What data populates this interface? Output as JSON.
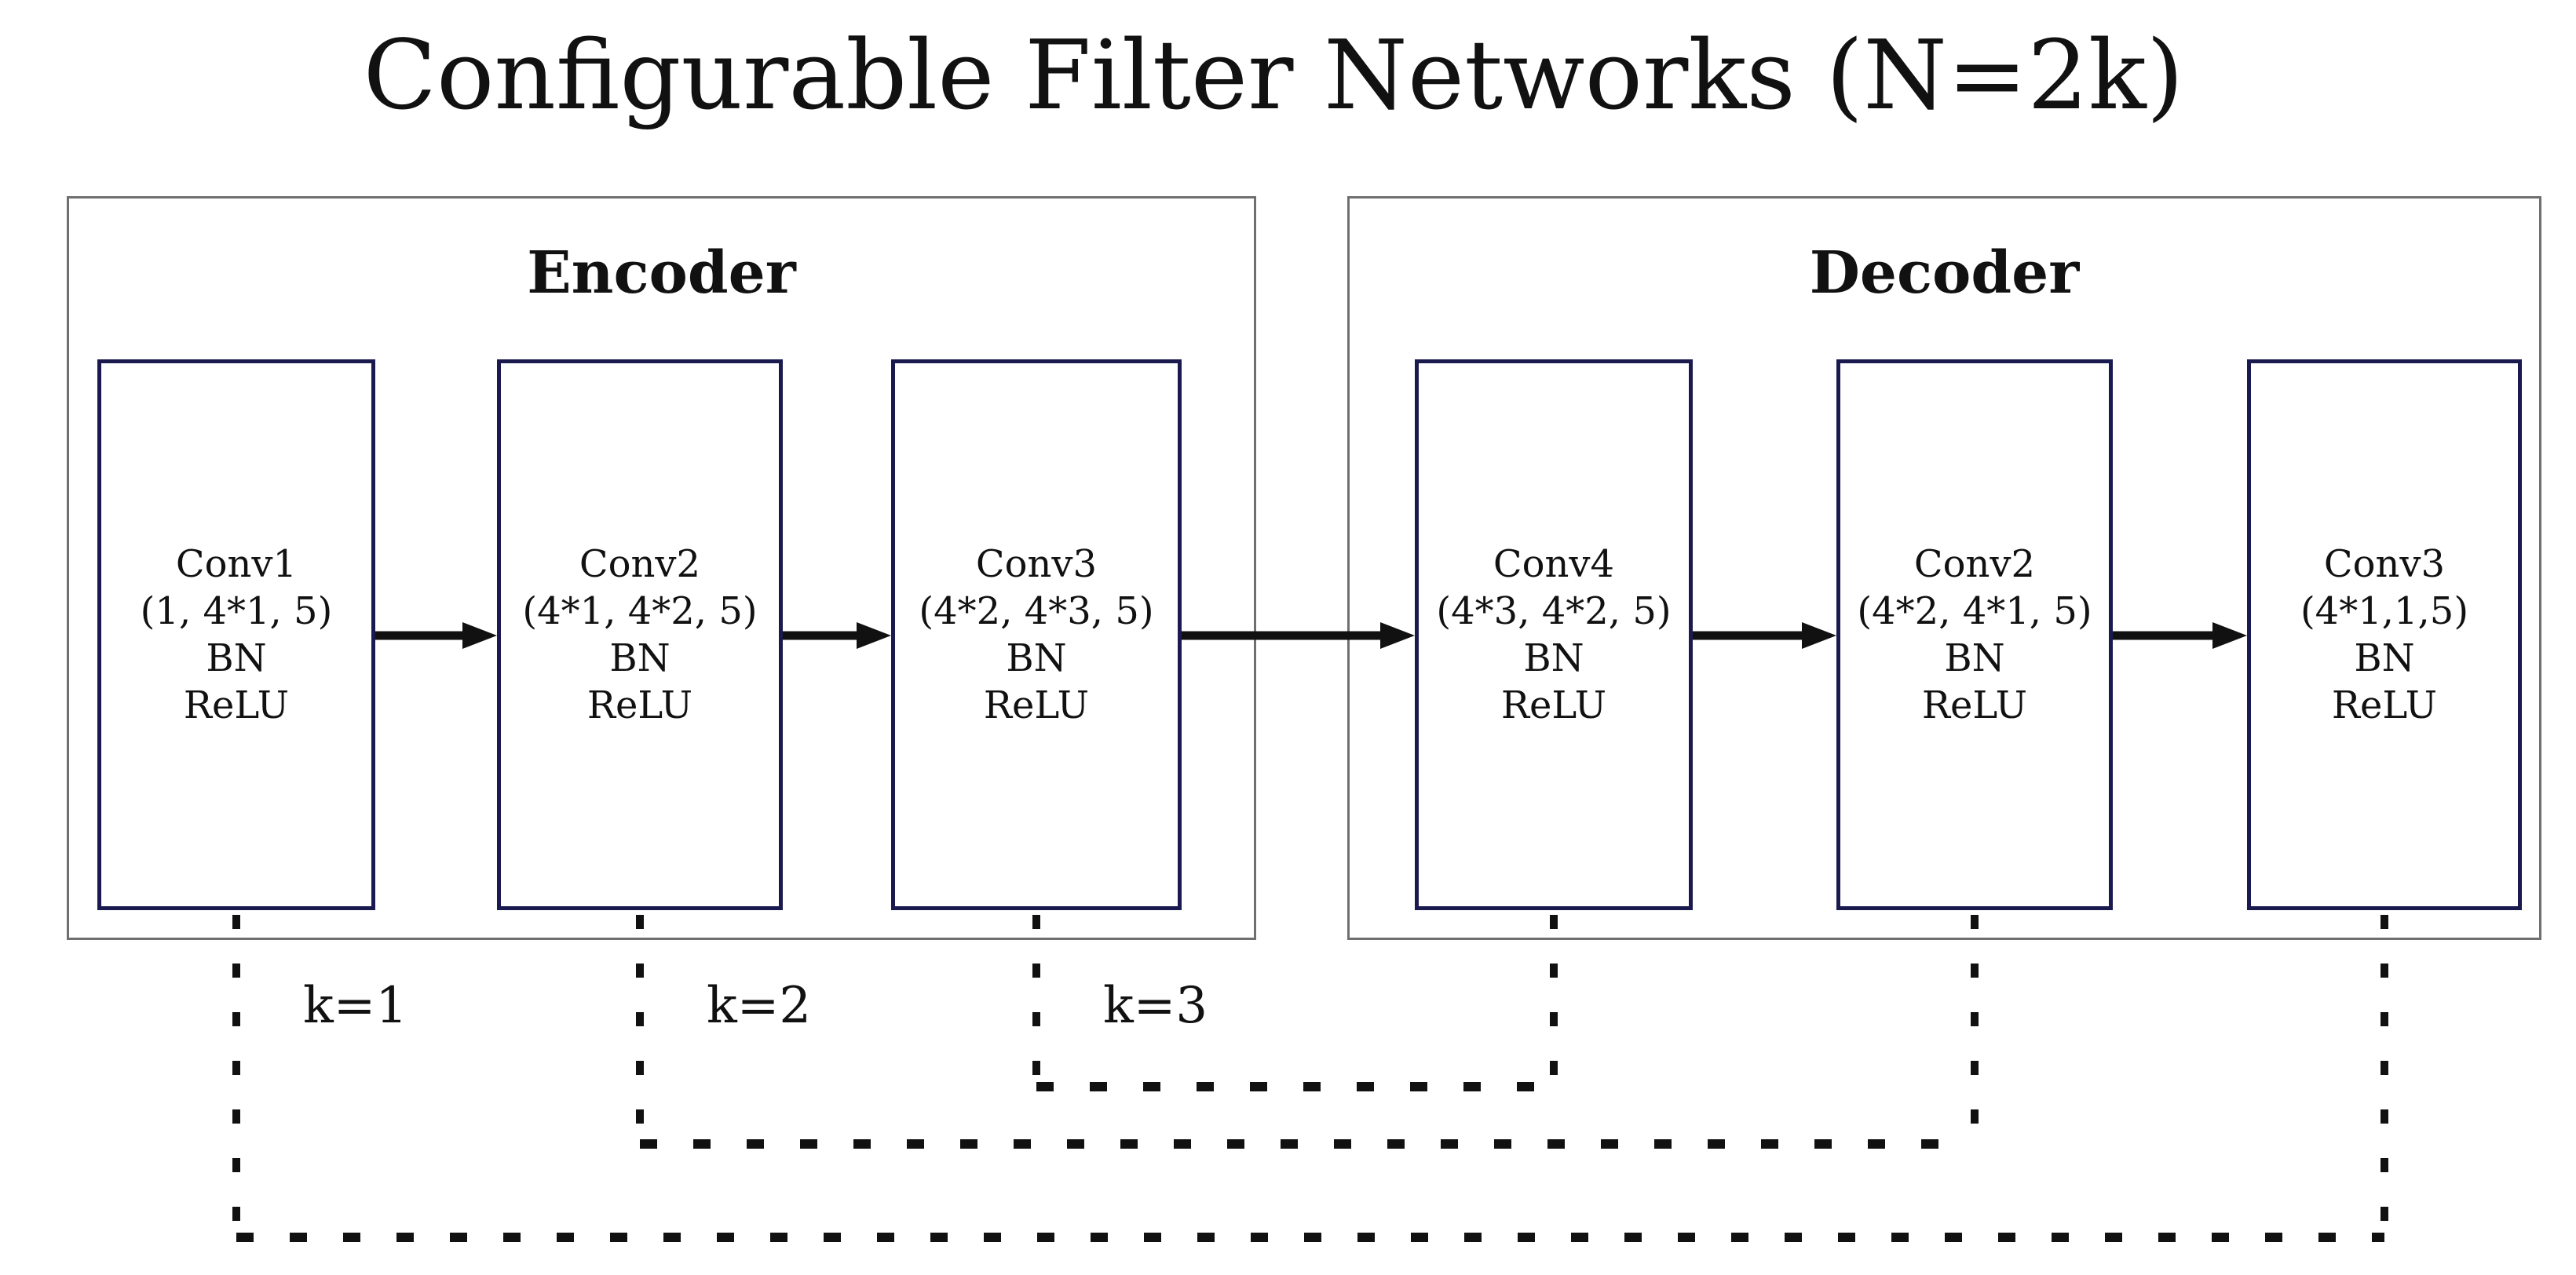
{
  "title": "Configurable Filter Networks (N=2k)",
  "encoder": {
    "label": "Encoder",
    "blocks": [
      {
        "name": "Conv1",
        "params": "(1, 4*1, 5)",
        "norm": "BN",
        "activation": "ReLU"
      },
      {
        "name": "Conv2",
        "params": "(4*1, 4*2, 5)",
        "norm": "BN",
        "activation": "ReLU"
      },
      {
        "name": "Conv3",
        "params": "(4*2, 4*3, 5)",
        "norm": "BN",
        "activation": "ReLU"
      }
    ]
  },
  "decoder": {
    "label": "Decoder",
    "blocks": [
      {
        "name": "Conv4",
        "params": "(4*3, 4*2, 5)",
        "norm": "BN",
        "activation": "ReLU"
      },
      {
        "name": "Conv2",
        "params": "(4*2, 4*1, 5)",
        "norm": "BN",
        "activation": "ReLU"
      },
      {
        "name": "Conv3",
        "params": "(4*1,1,5)",
        "norm": "BN",
        "activation": "ReLU"
      }
    ]
  },
  "skip_labels": [
    {
      "text": "k=1"
    },
    {
      "text": "k=2"
    },
    {
      "text": "k=3"
    }
  ],
  "colors": {
    "block_border": "#1a1a4e",
    "group_border": "#6f6f6f",
    "line": "#111111",
    "background": "#ffffff"
  }
}
